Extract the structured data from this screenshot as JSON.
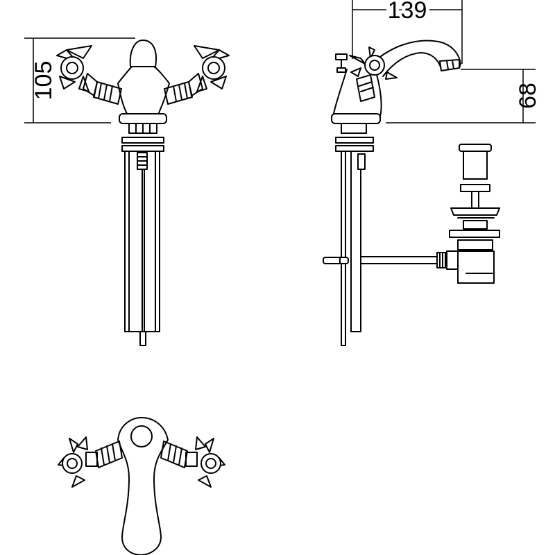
{
  "dimensions": {
    "height_total": "105",
    "spout_reach": "139",
    "spout_height": "68"
  },
  "colors": {
    "line": "#000000",
    "background": "#ffffff"
  }
}
